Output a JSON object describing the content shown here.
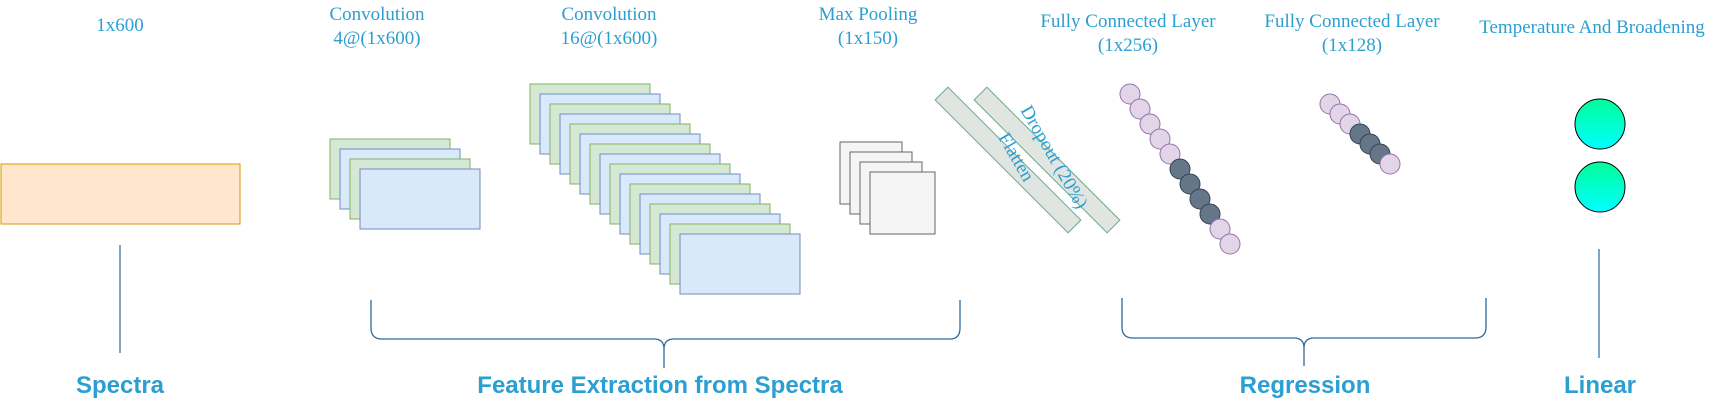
{
  "top_labels": {
    "input_size": "1x600",
    "conv1_title": "Convolution",
    "conv1_shape": "4@(1x600)",
    "conv2_title": "Convolution",
    "conv2_shape": "16@(1x600)",
    "pool_title": "Max Pooling",
    "pool_shape": "(1x150)",
    "fc1_title": "Fully Connected Layer",
    "fc1_shape": "(1x256)",
    "fc2_title": "Fully Connected Layer",
    "fc2_shape": "(1x128)",
    "output_title": "Temperature And Broadening"
  },
  "rotated_labels": {
    "flatten": "Flatten",
    "dropout": "Dropout (20%)"
  },
  "sections": {
    "spectra": "Spectra",
    "feature_extraction": "Feature Extraction from Spectra",
    "regression": "Regression",
    "linear": "Linear"
  },
  "layers": {
    "conv1_maps": 4,
    "conv2_maps": 16,
    "pool_maps": 4,
    "fc1_nodes": 11,
    "fc1_active": [
      5,
      6,
      7,
      8
    ],
    "fc2_nodes": 7,
    "fc2_active": [
      3,
      4,
      5
    ],
    "output_nodes": 2
  },
  "colors": {
    "text": "#2b9fd1",
    "input_fill": "#ffe6cc",
    "input_stroke": "#d79b00",
    "map_green_fill": "#d5e8d4",
    "map_green_stroke": "#82b366",
    "map_blue_fill": "#dae8fc",
    "map_blue_stroke": "#6c8ebf",
    "pool_fill": "#f5f5f5",
    "pool_stroke": "#666666",
    "flatten_fill": "#e1e5e1",
    "flatten_stroke": "#6aa889",
    "node_fill": "#e1d5e7",
    "node_stroke": "#9673a6",
    "node_active_fill": "#647687",
    "node_active_stroke": "#314354",
    "output_top": "#00ff99",
    "output_bottom": "#00ffff",
    "line": "#2e6a9a"
  }
}
